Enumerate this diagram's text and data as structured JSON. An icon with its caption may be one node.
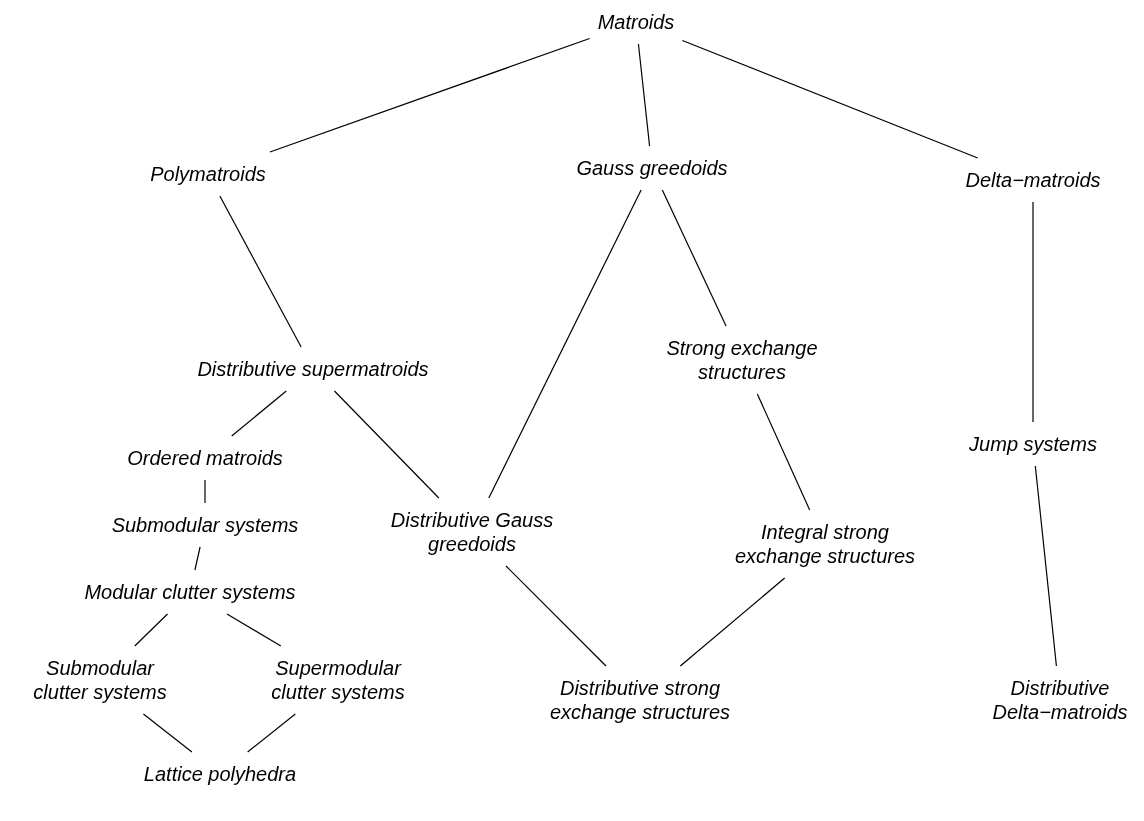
{
  "diagram": {
    "nodes": [
      {
        "text": [
          "Matroids"
        ]
      },
      {
        "text": [
          "Polymatroids"
        ]
      },
      {
        "text": [
          "Gauss greedoids"
        ]
      },
      {
        "text": [
          "Delta−matroids"
        ]
      },
      {
        "text": [
          "Distributive supermatroids"
        ]
      },
      {
        "text": [
          "Strong exchange structures"
        ]
      },
      {
        "text": [
          "Ordered matroids"
        ]
      },
      {
        "text": [
          "Distributive Gauss greedoids"
        ]
      },
      {
        "text": [
          "Integral strong exchange structures"
        ]
      },
      {
        "text": [
          "Jump systems"
        ]
      },
      {
        "text": [
          "Submodular systems"
        ]
      },
      {
        "text": [
          "Modular clutter systems"
        ]
      },
      {
        "text": [
          "Submodular clutter systems"
        ]
      },
      {
        "text": [
          "Supermodular clutter systems"
        ]
      },
      {
        "text": [
          "Distributive strong exchange structures"
        ]
      },
      {
        "text": [
          "Distributive Delta−matroids"
        ]
      },
      {
        "text": [
          "Lattice polyhedra"
        ]
      }
    ],
    "edges": [
      {
        "from": 0,
        "to": 1,
        "arrow": "none"
      },
      {
        "from": 0,
        "to": 2,
        "arrow": "none"
      },
      {
        "from": 0,
        "to": 3,
        "arrow": "none"
      },
      {
        "from": 1,
        "to": 4,
        "arrow": "none"
      },
      {
        "from": 2,
        "to": 7,
        "arrow": "none"
      },
      {
        "from": 2,
        "to": 5,
        "arrow": "none"
      },
      {
        "from": 3,
        "to": 9,
        "arrow": "none"
      },
      {
        "from": 4,
        "to": 6,
        "arrow": "none"
      },
      {
        "from": 4,
        "to": 7,
        "arrow": "none"
      },
      {
        "from": 5,
        "to": 8,
        "arrow": "none"
      },
      {
        "from": 9,
        "to": 15,
        "arrow": "none"
      },
      {
        "from": 6,
        "to": 10,
        "arrow": "none"
      },
      {
        "from": 10,
        "to": 11,
        "arrow": "none"
      },
      {
        "from": 11,
        "to": 12,
        "arrow": "none"
      },
      {
        "from": 11,
        "to": 13,
        "arrow": "none"
      },
      {
        "from": 7,
        "to": 14,
        "arrow": "none"
      },
      {
        "from": 8,
        "to": 14,
        "arrow": "none"
      },
      {
        "from": 12,
        "to": 16,
        "arrow": "none"
      },
      {
        "from": 13,
        "to": 16,
        "arrow": "none"
      }
    ]
  }
}
